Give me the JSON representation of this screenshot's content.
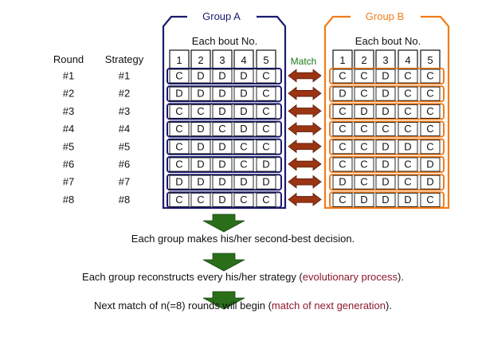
{
  "header": {
    "round_label": "Round",
    "strategy_label": "Strategy",
    "match_label": "Match"
  },
  "group_a": {
    "title": "Group A",
    "subtitle": "Each bout No.",
    "color": "#1a1a6e",
    "bouts": [
      "1",
      "2",
      "3",
      "4",
      "5"
    ],
    "rows": [
      [
        "C",
        "D",
        "D",
        "D",
        "C"
      ],
      [
        "D",
        "D",
        "D",
        "D",
        "C"
      ],
      [
        "C",
        "C",
        "D",
        "D",
        "C"
      ],
      [
        "C",
        "D",
        "C",
        "D",
        "C"
      ],
      [
        "C",
        "D",
        "D",
        "C",
        "C"
      ],
      [
        "C",
        "D",
        "D",
        "C",
        "D"
      ],
      [
        "D",
        "D",
        "D",
        "D",
        "D"
      ],
      [
        "C",
        "C",
        "D",
        "C",
        "C"
      ]
    ]
  },
  "group_b": {
    "title": "Group B",
    "subtitle": "Each bout No.",
    "color": "#f07c1a",
    "bouts": [
      "1",
      "2",
      "3",
      "4",
      "5"
    ],
    "rows": [
      [
        "C",
        "C",
        "D",
        "C",
        "C"
      ],
      [
        "D",
        "C",
        "D",
        "C",
        "C"
      ],
      [
        "C",
        "D",
        "D",
        "C",
        "C"
      ],
      [
        "C",
        "C",
        "C",
        "C",
        "C"
      ],
      [
        "C",
        "C",
        "D",
        "D",
        "C"
      ],
      [
        "C",
        "C",
        "D",
        "C",
        "D"
      ],
      [
        "D",
        "C",
        "D",
        "C",
        "D"
      ],
      [
        "C",
        "D",
        "D",
        "D",
        "C"
      ]
    ]
  },
  "rows": [
    {
      "round": "#1",
      "strategy": "#1"
    },
    {
      "round": "#2",
      "strategy": "#2"
    },
    {
      "round": "#3",
      "strategy": "#3"
    },
    {
      "round": "#4",
      "strategy": "#4"
    },
    {
      "round": "#5",
      "strategy": "#5"
    },
    {
      "round": "#6",
      "strategy": "#6"
    },
    {
      "round": "#7",
      "strategy": "#7"
    },
    {
      "round": "#8",
      "strategy": "#8"
    }
  ],
  "steps": [
    {
      "text": "Each group makes his/her second-best decision.",
      "highlight": "",
      "tail": ""
    },
    {
      "text": "Each group reconstructs every his/her strategy (",
      "highlight": "evolutionary process",
      "tail": ")."
    },
    {
      "text": "Next match of n(=8) rounds will begin (",
      "highlight": "match of next generation",
      "tail": ")."
    }
  ],
  "colors": {
    "match_arrow": "#9a3412",
    "match_label": "#1a7a1a",
    "down_arrow": "#2a6e1a",
    "highlight_text": "#8b1a2e",
    "text": "#111111"
  }
}
